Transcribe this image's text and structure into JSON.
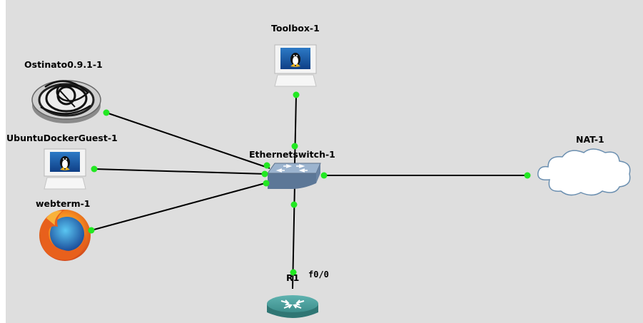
{
  "nodes": {
    "toolbox": {
      "label": "Toolbox-1",
      "icon": "linux-computer-icon"
    },
    "ostinato": {
      "label": "Ostinato0.9.1-1",
      "icon": "ostinato-icon"
    },
    "ubuntu": {
      "label": "UbuntuDockerGuest-1",
      "icon": "linux-computer-icon"
    },
    "webterm": {
      "label": "webterm-1",
      "icon": "firefox-icon"
    },
    "switch": {
      "label": "Ethernetswitch-1",
      "icon": "ethernet-switch-icon"
    },
    "nat": {
      "label": "NAT-1",
      "icon": "cloud-icon"
    },
    "router": {
      "label": "R1",
      "icon": "router-icon"
    }
  },
  "ports": {
    "router_f0_0": "f0/0"
  },
  "links": [
    {
      "from": "toolbox",
      "to": "switch"
    },
    {
      "from": "ostinato",
      "to": "switch"
    },
    {
      "from": "ubuntu",
      "to": "switch"
    },
    {
      "from": "webterm",
      "to": "switch"
    },
    {
      "from": "switch",
      "to": "nat"
    },
    {
      "from": "switch",
      "to": "router"
    }
  ],
  "colors": {
    "canvas": "#dedede",
    "link": "#000000",
    "port_up": "#22e822",
    "router": "#3d8e8c",
    "switch": "#7f98b4"
  }
}
